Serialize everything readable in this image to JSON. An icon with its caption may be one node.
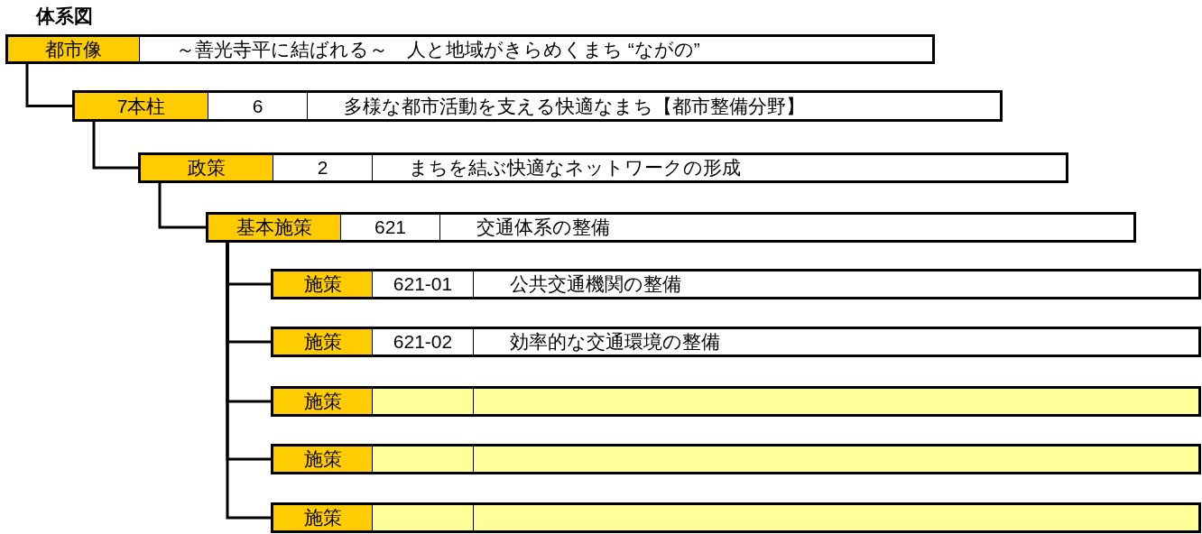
{
  "diagram": {
    "title": "体系図",
    "nodes": [
      {
        "text": [
          "都市像",
          "～善光寺平に結ばれる～　人と地域がきらめくまち “ながの”"
        ]
      },
      {
        "text": [
          "7本柱",
          "6",
          "多様な都市活動を支える快適なまち【都市整備分野】"
        ]
      },
      {
        "text": [
          "政策",
          "2",
          "まちを結ぶ快適なネットワークの形成"
        ]
      },
      {
        "text": [
          "基本施策",
          "621",
          "交通体系の整備"
        ]
      },
      {
        "text": [
          "施策",
          "621-01",
          "公共交通機関の整備"
        ]
      },
      {
        "text": [
          "施策",
          "621-02",
          "効率的な交通環境の整備"
        ]
      },
      {
        "text": [
          "施策"
        ]
      },
      {
        "text": [
          "施策"
        ]
      },
      {
        "text": [
          "施策"
        ]
      }
    ],
    "edges": [
      {
        "from": 0,
        "to": 1,
        "arrow": "none"
      },
      {
        "from": 1,
        "to": 2,
        "arrow": "none"
      },
      {
        "from": 2,
        "to": 3,
        "arrow": "none"
      },
      {
        "from": 3,
        "to": 4,
        "arrow": "none"
      },
      {
        "from": 3,
        "to": 5,
        "arrow": "none"
      },
      {
        "from": 3,
        "to": 6,
        "arrow": "none"
      },
      {
        "from": 3,
        "to": 7,
        "arrow": "none"
      },
      {
        "from": 3,
        "to": 8,
        "arrow": "none"
      }
    ]
  }
}
